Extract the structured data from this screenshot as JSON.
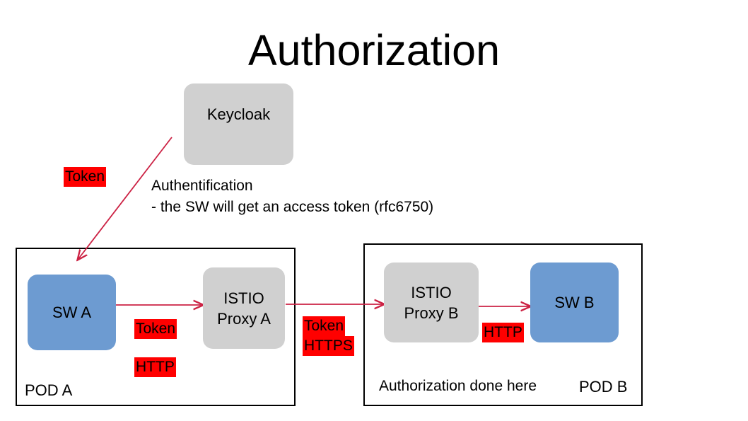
{
  "title": "Authorization",
  "nodes": {
    "keycloak": "Keycloak",
    "sw_a": "SW A",
    "istio_proxy_a": "ISTIO\nProxy A",
    "istio_proxy_b": "ISTIO\nProxy B",
    "sw_b": "SW B"
  },
  "pods": {
    "pod_a_label": "POD A",
    "pod_b_label": "POD B"
  },
  "notes": {
    "authentification": "Authentification\n- the SW will get an access token (rfc6750)",
    "authorization_done_here": "Authorization done here"
  },
  "highlights": {
    "token_keycloak": "Token",
    "token_a": "Token",
    "http_a": "HTTP",
    "token_middle": "Token",
    "https_middle": "HTTPS",
    "http_b": "HTTP"
  },
  "colors": {
    "background": "#ffffff",
    "text": "#000000",
    "node_gray": "#d0d0d0",
    "node_blue": "#6d9bd1",
    "highlight_red": "#ff0000",
    "arrow_crimson": "#cc2244",
    "pod_border": "#000000"
  },
  "arrows": [
    {
      "name": "keycloak-to-pod-a",
      "from": "Keycloak",
      "to": "POD A",
      "style": "diagonal"
    },
    {
      "name": "sw-a-to-proxy-a",
      "from": "SW A",
      "to": "ISTIO Proxy A",
      "style": "horizontal"
    },
    {
      "name": "proxy-a-to-proxy-b",
      "from": "ISTIO Proxy A",
      "to": "ISTIO Proxy B",
      "style": "horizontal"
    },
    {
      "name": "proxy-b-to-sw-b",
      "from": "ISTIO Proxy B",
      "to": "SW B",
      "style": "horizontal"
    }
  ]
}
